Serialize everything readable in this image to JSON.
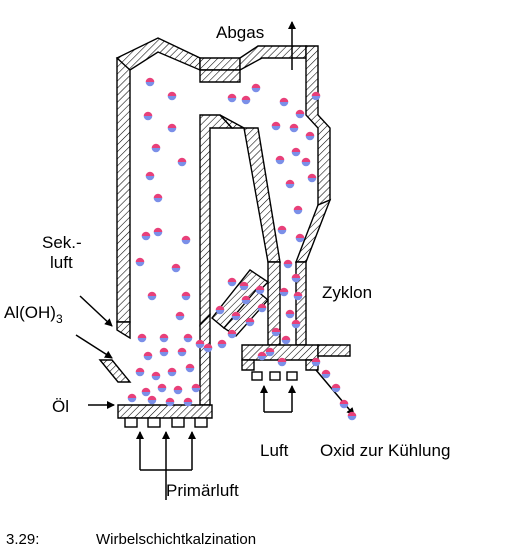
{
  "diagram": {
    "labels": {
      "abgas": "Abgas",
      "sek_line1": "Sek.-",
      "sek_line2": "luft",
      "aloh_main": "Al(OH)",
      "aloh_sub": "3",
      "oel": "Öl",
      "primaerluft": "Primärluft",
      "zyklon": "Zyklon",
      "luft": "Luft",
      "oxid": "Oxid zur Kühlung"
    },
    "particle_colors": {
      "top": "#e8407a",
      "bottom": "#7b8fe8"
    }
  },
  "caption": {
    "number": "3.29:",
    "text": "Wirbelschichtkalzination"
  }
}
